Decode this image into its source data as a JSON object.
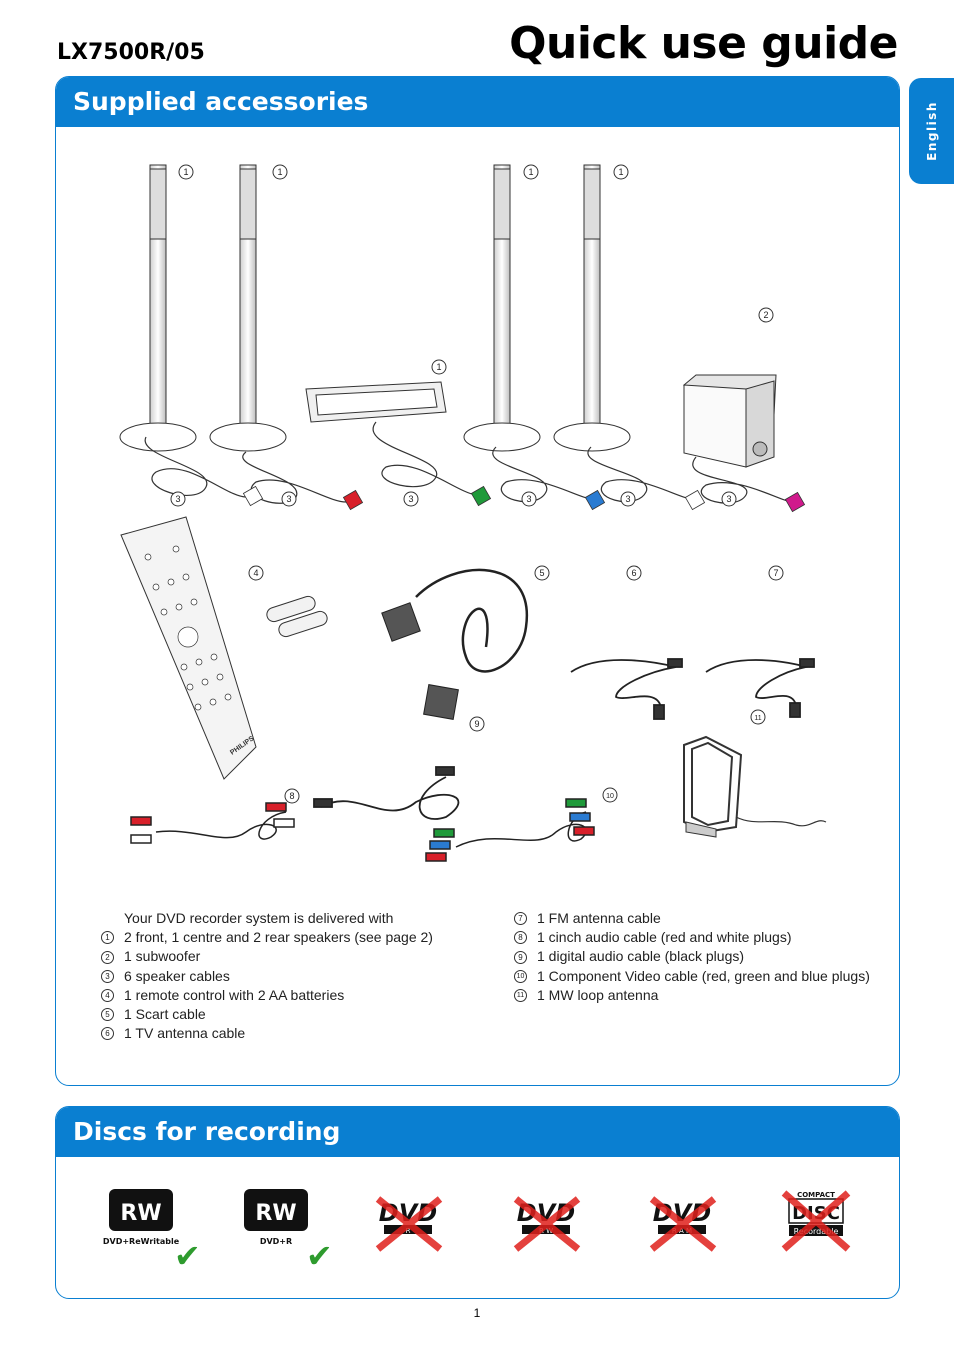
{
  "header": {
    "model": "LX7500R/05",
    "title": "Quick use guide",
    "language_tab": "English"
  },
  "accessories": {
    "section_title": "Supplied accessories",
    "callouts": {
      "c1": "1",
      "c2": "2",
      "c3": "3",
      "c4": "4",
      "c5": "5",
      "c6": "6",
      "c7": "7",
      "c8": "8",
      "c9": "9",
      "c10": "10",
      "c11": "11"
    },
    "remote_brand": "PHILIPS",
    "intro": "Your DVD recorder system is delivered with",
    "items_left": [
      {
        "num": "1",
        "text": "2 front, 1 centre and 2 rear speakers (see page 2)"
      },
      {
        "num": "2",
        "text": "1 subwoofer"
      },
      {
        "num": "3",
        "text": "6 speaker cables"
      },
      {
        "num": "4",
        "text": "1 remote control with 2 AA batteries"
      },
      {
        "num": "5",
        "text": "1 Scart cable"
      },
      {
        "num": "6",
        "text": "1 TV antenna cable"
      }
    ],
    "items_right": [
      {
        "num": "7",
        "text": "1 FM antenna cable"
      },
      {
        "num": "8",
        "text": "1 cinch audio cable (red and white plugs)"
      },
      {
        "num": "9",
        "text": "1 digital audio cable (black plugs)"
      },
      {
        "num": "10",
        "text": "1 Component Video cable (red, green and blue plugs)"
      },
      {
        "num": "11",
        "text": "1 MW loop antenna"
      }
    ]
  },
  "discs": {
    "section_title": "Discs for recording",
    "logos": [
      {
        "mark": "RW",
        "caption": "DVD+ReWritable",
        "supported": true
      },
      {
        "mark": "RW",
        "caption": "DVD+R",
        "supported": true
      },
      {
        "mark": "DVD",
        "caption": "R",
        "supported": false
      },
      {
        "mark": "DVD",
        "caption": "R W",
        "supported": false
      },
      {
        "mark": "DVD",
        "caption": "R A M",
        "supported": false
      },
      {
        "mark": "DISC",
        "top": "COMPACT",
        "caption": "Recordable",
        "supported": false
      }
    ],
    "check_glyph": "✔"
  },
  "colors": {
    "accent": "#0a7fd1",
    "check": "#2e9b2e",
    "cross": "#e0201c",
    "plug_red": "#d8202a",
    "plug_green": "#1f9a3a",
    "plug_blue": "#2a7bd1",
    "plug_magenta": "#d01a8c"
  },
  "footer": {
    "page_number": "1"
  }
}
